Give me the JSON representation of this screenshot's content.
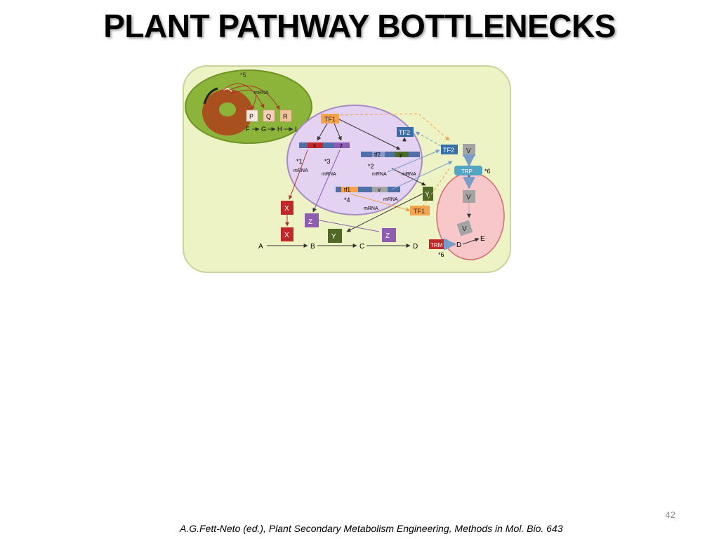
{
  "slide": {
    "title": "PLANT PATHWAY BOTTLENECKS",
    "slide_number": "42",
    "citation": "A.G.Fett-Neto (ed.), Plant Secondary Metabolism Engineering, Methods in Mol.  Bio. 643"
  },
  "diagram": {
    "chloroplast": {
      "star": "*5",
      "mrna": "mRNA",
      "boxes": [
        "P",
        "Q",
        "R"
      ],
      "pathway": [
        "F",
        "G",
        "H",
        "I"
      ]
    },
    "nucleus": {
      "tf1_box": "TF1",
      "tf2_box": "TF2",
      "gene_x": "x",
      "gene_z": "z",
      "gene_tf2": "tf2",
      "gene_y": "y",
      "gene_tf1": "tf1",
      "gene_v": "v",
      "star1": "*1",
      "star2": "*2",
      "star3": "*3",
      "star4": "*4",
      "mrna": "mRNA"
    },
    "cytoplasm": {
      "pathway": [
        "A",
        "B",
        "C",
        "D"
      ],
      "enzymes": [
        "X",
        "X",
        "Z",
        "Y",
        "Z",
        "Y"
      ],
      "tf1_box": "TF1",
      "tf2_box": "TF2",
      "trm": "TRM",
      "star6": "*6"
    },
    "vacuole": {
      "v_boxes": [
        "V",
        "V",
        "V"
      ],
      "trp": "TRP",
      "star6": "*6",
      "d_label": "D",
      "e_label": "E"
    },
    "colors": {
      "cell_bg": "#eef3c6",
      "chloroplast": "#8db43a",
      "stroma": "#a8501e",
      "nucleus": "#e4d2f2",
      "vacuole": "#f7c7c9",
      "x_red": "#c0282a",
      "z_purple": "#8e5cb0",
      "y_green": "#4f6a26",
      "tf1_orange": "#f4a24c",
      "tf2_blue": "#3a6ea8",
      "v_grey": "#a4a4a4"
    }
  }
}
